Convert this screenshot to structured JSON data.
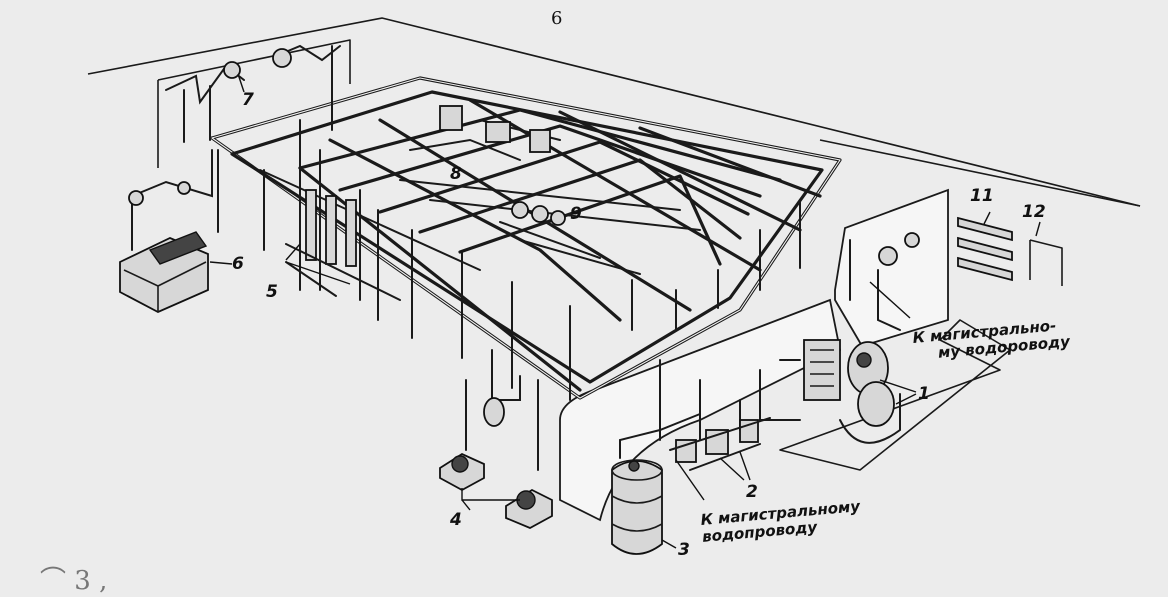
{
  "figure_number": "6",
  "labels": {
    "l1": "1",
    "l2": "2",
    "l3": "3",
    "l4": "4",
    "l5": "5",
    "l6": "6",
    "l7": "7",
    "l8": "8",
    "l9": "9",
    "l11": "11",
    "l12": "12"
  },
  "notes": {
    "right_line1": "К магистрально-",
    "right_line2": "му водороводу",
    "bottom_line1": "К магистральному",
    "bottom_line2": "водопроводу"
  },
  "margin_marks": "⌒  3  ,",
  "colors": {
    "ink": "#1a1a1a",
    "paper": "#ececec"
  }
}
